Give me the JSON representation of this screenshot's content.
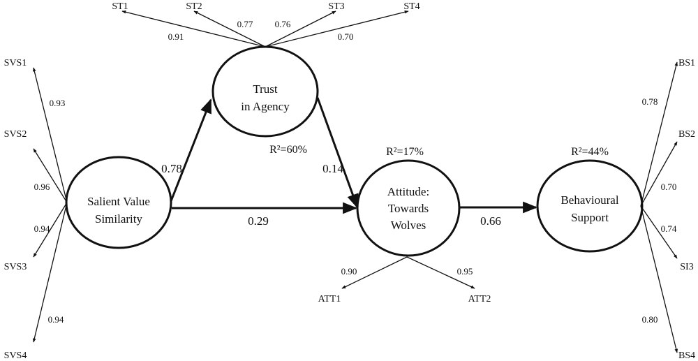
{
  "constructs": {
    "svs": {
      "lines": [
        "Salient Value",
        "Similarity"
      ]
    },
    "trust": {
      "lines": [
        "Trust",
        "in Agency"
      ],
      "r2": "R²=60%"
    },
    "att": {
      "lines": [
        "Attitude:",
        "Towards",
        "Wolves"
      ],
      "r2": "R²=17%"
    },
    "bs": {
      "lines": [
        "Behavioural",
        "Support"
      ],
      "r2": "R²=44%"
    }
  },
  "paths": [
    {
      "from": "svs",
      "to": "trust",
      "coef": "0.78"
    },
    {
      "from": "trust",
      "to": "att",
      "coef": "0.14"
    },
    {
      "from": "svs",
      "to": "att",
      "coef": "0.29"
    },
    {
      "from": "att",
      "to": "bs",
      "coef": "0.66"
    }
  ],
  "indicators": [
    {
      "construct": "trust",
      "label": "ST1",
      "loading": "0.91"
    },
    {
      "construct": "trust",
      "label": "ST2",
      "loading": "0.77"
    },
    {
      "construct": "trust",
      "label": "ST3",
      "loading": "0.76"
    },
    {
      "construct": "trust",
      "label": "ST4",
      "loading": "0.70"
    },
    {
      "construct": "svs",
      "label": "SVS1",
      "loading": "0.93"
    },
    {
      "construct": "svs",
      "label": "SVS2",
      "loading": "0.96"
    },
    {
      "construct": "svs",
      "label": "SVS3",
      "loading": "0.94"
    },
    {
      "construct": "svs",
      "label": "SVS4",
      "loading": "0.94"
    },
    {
      "construct": "att",
      "label": "ATT1",
      "loading": "0.90"
    },
    {
      "construct": "att",
      "label": "ATT2",
      "loading": "0.95"
    },
    {
      "construct": "bs",
      "label": "BS1",
      "loading": "0.78"
    },
    {
      "construct": "bs",
      "label": "BS2",
      "loading": "0.70"
    },
    {
      "construct": "bs",
      "label": "SI3",
      "loading": "0.74"
    },
    {
      "construct": "bs",
      "label": "BS4",
      "loading": "0.80"
    }
  ]
}
